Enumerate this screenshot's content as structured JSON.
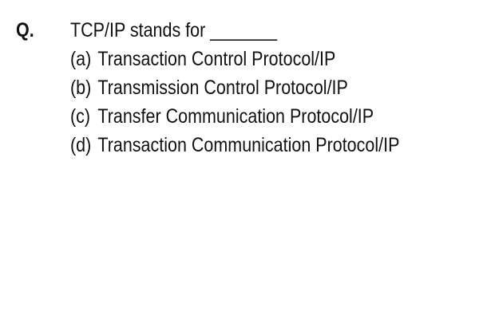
{
  "question": {
    "label": "Q.",
    "stem": "TCP/IP stands for _______",
    "options": [
      {
        "letter": "(a)",
        "text": "Transaction Control Protocol/IP"
      },
      {
        "letter": "(b)",
        "text": "Transmission Control Protocol/IP"
      },
      {
        "letter": "(c)",
        "text": "Transfer Communication Protocol/IP"
      },
      {
        "letter": "(d)",
        "text": "Transaction Communication Protocol/IP"
      }
    ]
  }
}
